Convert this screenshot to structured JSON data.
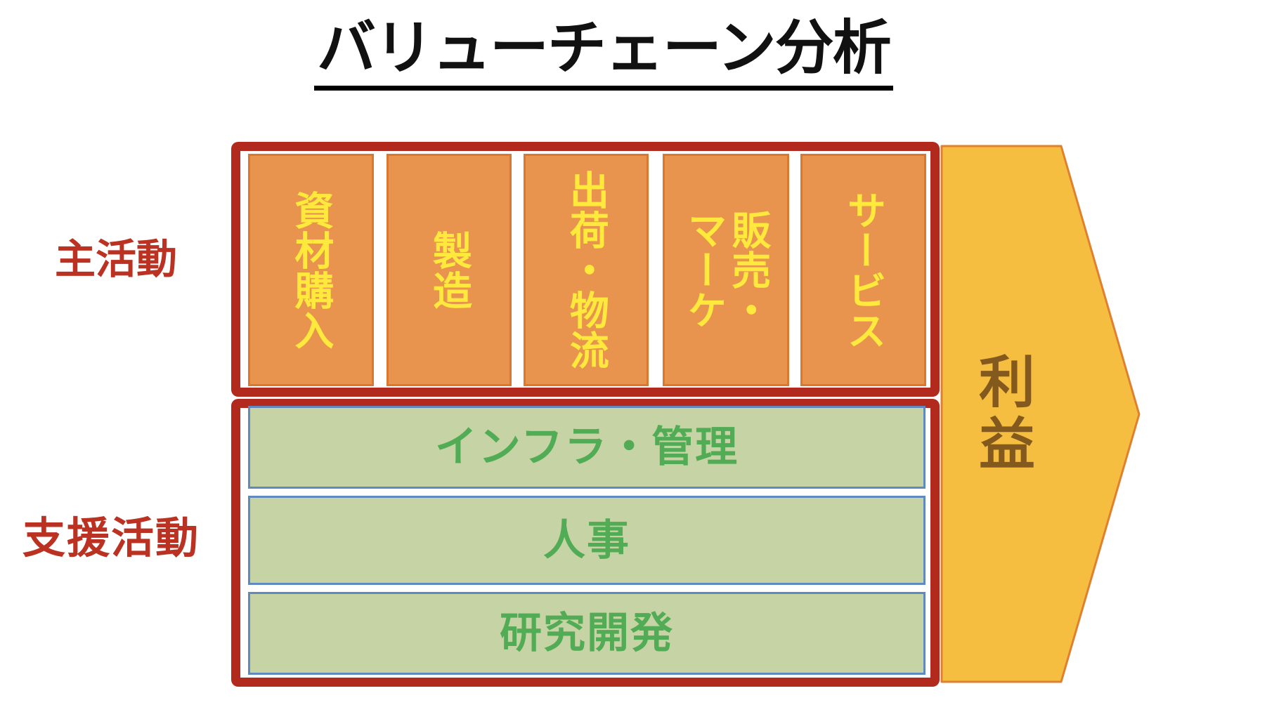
{
  "title": "バリューチェーン分析",
  "labels": {
    "primary": "主活動",
    "support": "支援活動"
  },
  "primary_activities": [
    {
      "label": "資材購入"
    },
    {
      "label": "製造"
    },
    {
      "label": "出荷・物流"
    },
    {
      "label": "販売・マーケ",
      "line1": "販売・",
      "line2": "マーケ"
    },
    {
      "label": "サービス"
    }
  ],
  "support_activities": [
    "インフラ・管理",
    "人事",
    "研究開発"
  ],
  "arrow": {
    "label": "利益"
  },
  "colors": {
    "title_black": "#111111",
    "frame_red": "#B2291D",
    "label_red": "#BB3222",
    "orange_fill": "#E8944E",
    "orange_border": "#DA782F",
    "activity_yellow": "#FFE93C",
    "green_fill": "#C6D3A4",
    "green_border": "#6089C0",
    "green_text": "#52AC55",
    "arrow_yellow": "#F5BE41",
    "arrow_border": "#E0802F",
    "profit_brown": "#84591E"
  }
}
